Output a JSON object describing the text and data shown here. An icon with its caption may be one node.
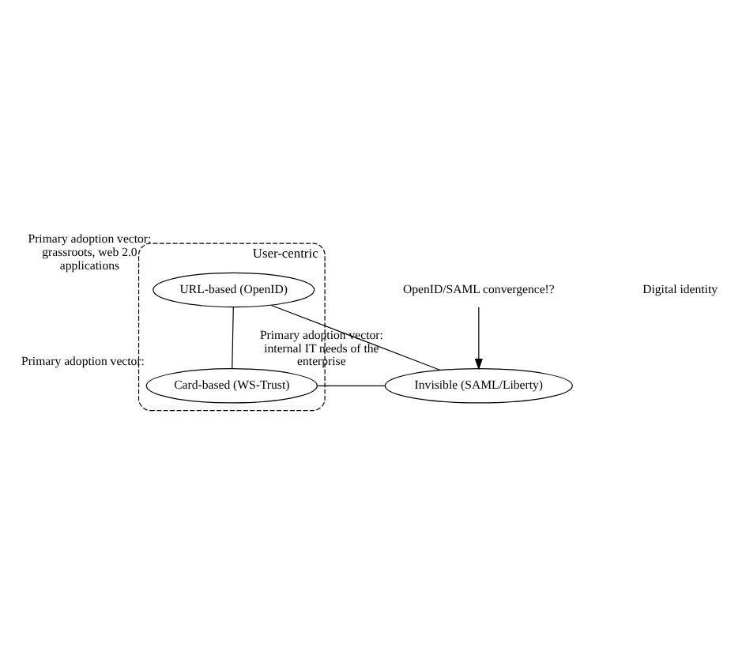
{
  "diagram": {
    "nodes": [
      {
        "text": [
          "User-centric"
        ]
      },
      {
        "text": [
          "URL-based (OpenID)"
        ],
        "in": 0,
        "beside": [
          "Primary adoption vector: grassroots, web 2.0 applications"
        ]
      },
      {
        "text": [
          "Invisible (SAML/Liberty)"
        ],
        "beside": [
          "Primary adoption vector: internal IT needs of the enterprise"
        ]
      },
      {
        "text": [
          "Card-based (WS-Trust)"
        ],
        "in": 0,
        "beside": [
          "Primary adoption vector:"
        ]
      },
      {
        "text": [
          "OpenID/SAML convergence!?"
        ]
      }
    ],
    "edges": [
      {
        "from": 1,
        "to": 2,
        "arrow": "none"
      },
      {
        "from": 1,
        "to": 3,
        "arrow": "none"
      },
      {
        "from": 2,
        "to": 3,
        "arrow": "none"
      },
      {
        "from": 4,
        "to": 2,
        "arrow": "to"
      }
    ],
    "labels": [
      "Digital identity"
    ]
  }
}
